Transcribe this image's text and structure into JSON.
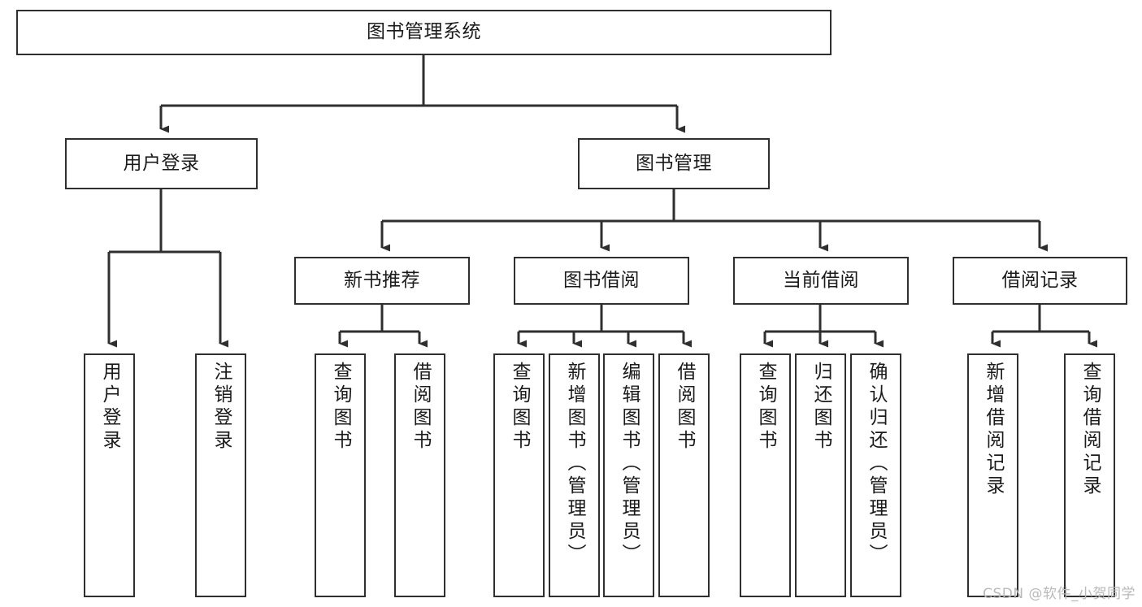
{
  "diagram": {
    "title": "图书管理系统",
    "type": "tree",
    "watermark": "CSDN @软件_小贺同学",
    "colors": {
      "box_border": "#2f2f2f",
      "box_fill": "#ffffff",
      "connector": "#2f2f2f",
      "text": "#1b1b1b",
      "watermark": "#b9b9b9",
      "background": "#ffffff"
    },
    "root": {
      "label": "图书管理系统"
    },
    "level2": [
      {
        "label": "用户登录"
      },
      {
        "label": "图书管理"
      }
    ],
    "level3": [
      {
        "label": "新书推荐"
      },
      {
        "label": "图书借阅"
      },
      {
        "label": "当前借阅"
      },
      {
        "label": "借阅记录"
      }
    ],
    "leaves": {
      "user_login": [
        {
          "label": "用户登录"
        },
        {
          "label": "注销登录"
        }
      ],
      "new_book": [
        {
          "label": "查询图书"
        },
        {
          "label": "借阅图书"
        }
      ],
      "book_borrow": [
        {
          "label": "查询图书"
        },
        {
          "label": "新增图书（管理员）"
        },
        {
          "label": "编辑图书（管理员）"
        },
        {
          "label": "借阅图书"
        }
      ],
      "current_borrow": [
        {
          "label": "查询图书"
        },
        {
          "label": "归还图书"
        },
        {
          "label": "确认归还（管理员）"
        }
      ],
      "borrow_record": [
        {
          "label": "新增借阅记录"
        },
        {
          "label": "查询借阅记录"
        }
      ]
    }
  }
}
